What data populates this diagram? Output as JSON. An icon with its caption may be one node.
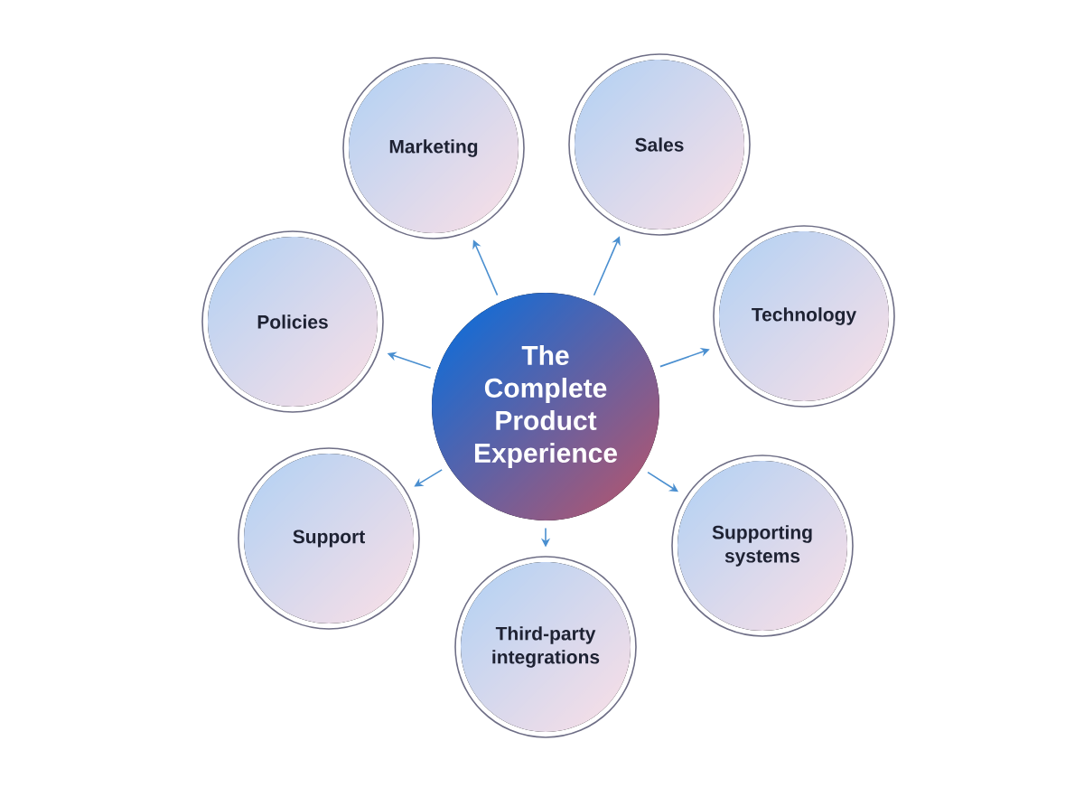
{
  "diagram": {
    "nodes": [
      {
        "text": [
          "The Complete Product Experience"
        ]
      },
      {
        "text": [
          "Marketing"
        ]
      },
      {
        "text": [
          "Sales"
        ]
      },
      {
        "text": [
          "Policies"
        ]
      },
      {
        "text": [
          "Technology"
        ]
      },
      {
        "text": [
          "Support"
        ]
      },
      {
        "text": [
          "Supporting systems"
        ]
      },
      {
        "text": [
          "Third-party integrations"
        ]
      }
    ],
    "edges": [
      {
        "from": 0,
        "to": 1,
        "arrow": "to"
      },
      {
        "from": 0,
        "to": 2,
        "arrow": "to"
      },
      {
        "from": 0,
        "to": 3,
        "arrow": "to"
      },
      {
        "from": 0,
        "to": 4,
        "arrow": "to"
      },
      {
        "from": 0,
        "to": 5,
        "arrow": "to"
      },
      {
        "from": 0,
        "to": 6,
        "arrow": "to"
      },
      {
        "from": 0,
        "to": 7,
        "arrow": "to"
      }
    ]
  }
}
